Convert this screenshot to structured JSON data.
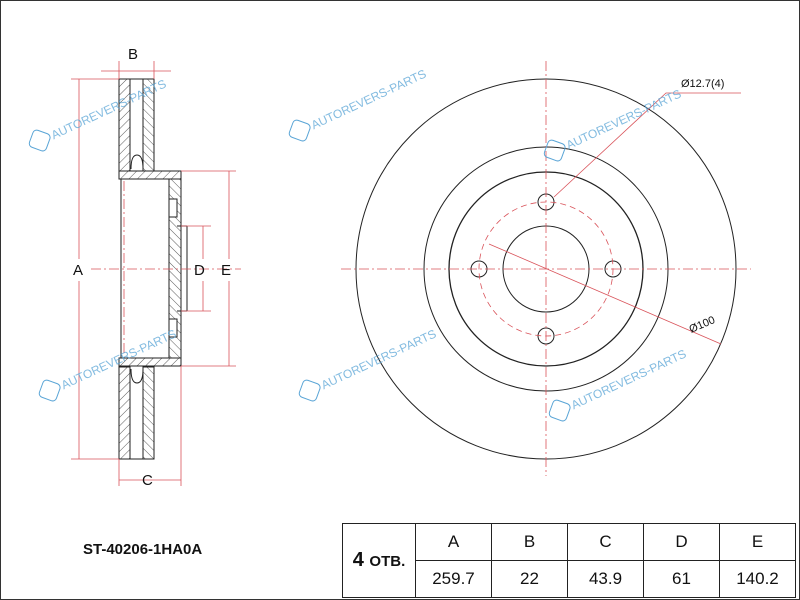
{
  "part_number": "ST-40206-1HA0A",
  "table": {
    "holes_count": "4",
    "holes_label": "ОТВ.",
    "headers": [
      "A",
      "B",
      "C",
      "D",
      "E"
    ],
    "values": [
      "259.7",
      "22",
      "43.9",
      "61",
      "140.2"
    ]
  },
  "drawing": {
    "labels": {
      "a": "A",
      "b": "B",
      "c": "C",
      "d": "D",
      "e": "E"
    },
    "bolt_hole_callout": "Ø12.7(4)",
    "pcd_callout": "Ø100"
  },
  "watermark": "AUTOREVERS-PARTS",
  "colors": {
    "dimension": "#d9535a",
    "line": "#222222",
    "watermark": "#5aa5d6"
  }
}
